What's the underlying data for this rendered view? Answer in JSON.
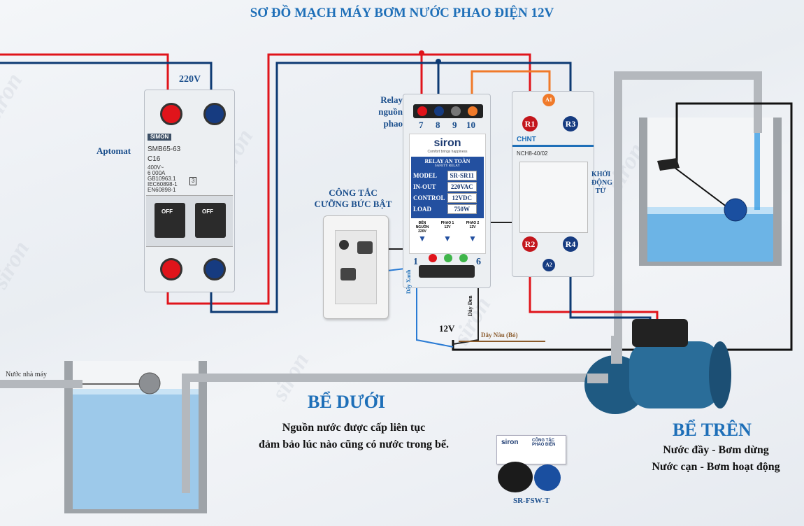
{
  "title": "SƠ ĐỒ MẠCH MÁY BƠM NƯỚC PHAO ĐIỆN 12V",
  "watermark": "siron",
  "colors": {
    "live": "#e0141b",
    "neutral": "#0d3a73",
    "orange": "#f07a2a",
    "black": "#111111",
    "title": "#1e6fb8"
  },
  "breaker": {
    "voltage_label": "220V",
    "name": "Aptomat",
    "brand": "SIMON",
    "model": "SMB65-63",
    "rating": "C16",
    "specs": [
      "400V~",
      "6 000A",
      "GB10963.1",
      "IEC60898-1",
      "EN60898-1"
    ],
    "badge": "3",
    "switch_label": "OFF"
  },
  "relay": {
    "label_lines": [
      "Relay",
      "nguồn",
      "phao"
    ],
    "terminals": [
      "7",
      "8",
      "9",
      "10"
    ],
    "brand": "siron",
    "tagline": "Comfort brings happiness",
    "panel_title": "RELAY AN TOÀN",
    "panel_subtitle": "SAFETY RELAY",
    "specs": [
      {
        "key": "MODEL",
        "value": "SR-SR11"
      },
      {
        "key": "IN-OUT",
        "value": "220VAC"
      },
      {
        "key": "CONTROL",
        "value": "12VDC"
      },
      {
        "key": "LOAD",
        "value": "750W"
      }
    ],
    "bottom_labels": [
      "ĐẾN NGUỒN 220V",
      "PHAO 1 12V",
      "PHAO 2 12V"
    ],
    "bottom_terminals": [
      "1",
      "6"
    ]
  },
  "switch": {
    "label_lines": [
      "CÔNG TẮC",
      "CƯỠNG BỨC BẬT"
    ]
  },
  "wires": {
    "blue_label": "Dây Xanh",
    "black_label": "Dây Đen",
    "voltage": "12V",
    "brown_label": "Dây Nâu (Bỏ)"
  },
  "contactor": {
    "brand": "CHNT",
    "model": "NCH8-40/02",
    "label_lines": [
      "KHỞI",
      "ĐỘNG",
      "TỪ"
    ],
    "terminals": {
      "a1": "A1",
      "a2": "A2",
      "r1": "R1",
      "r2": "R2",
      "r3": "R3",
      "r4": "R4"
    }
  },
  "lower_tank": {
    "title": "BỂ DƯỚI",
    "desc_lines": [
      "Nguồn nước được cấp liên tục",
      "đảm bảo lúc nào cũng có nước trong bể."
    ],
    "inlet_label": "Nước nhà máy"
  },
  "upper_tank": {
    "title": "BỂ TRÊN",
    "desc_lines": [
      "Nước đầy - Bơm dừng",
      "Nước cạn - Bơm hoạt động"
    ]
  },
  "product": {
    "code": "SR-FSW-T",
    "box_brand": "siron",
    "box_title": "CÔNG TẮC PHAO ĐIỆN"
  }
}
